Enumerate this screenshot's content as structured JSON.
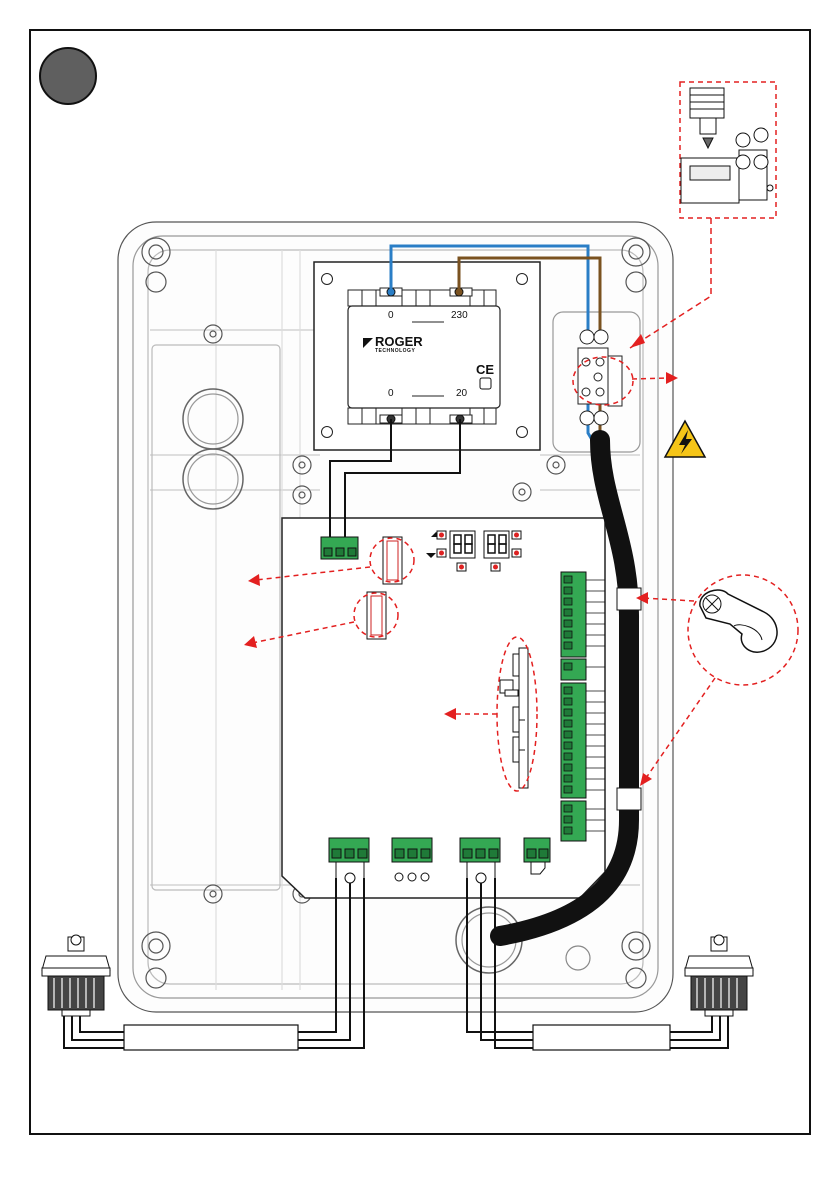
{
  "transformer": {
    "brand": "ROGER",
    "brand_sub": "TECHNOLOGY",
    "primary_left": "0",
    "primary_right": "230",
    "secondary_left": "0",
    "secondary_right": "20",
    "mark": "CE"
  },
  "step_badge": {
    "color": "#5f5f5f"
  },
  "colors": {
    "neutral_wire": "#2a7ec6",
    "live_wire": "#7a5220",
    "callout": "#e32020",
    "terminal": "#34a853",
    "cable": "#111111",
    "warning": "#f5c518"
  },
  "icons": [
    "warning-triangle-icon",
    "ground-symbol-icon",
    "cable-clamp-icon",
    "terminal-block-icon",
    "motor-icon"
  ]
}
